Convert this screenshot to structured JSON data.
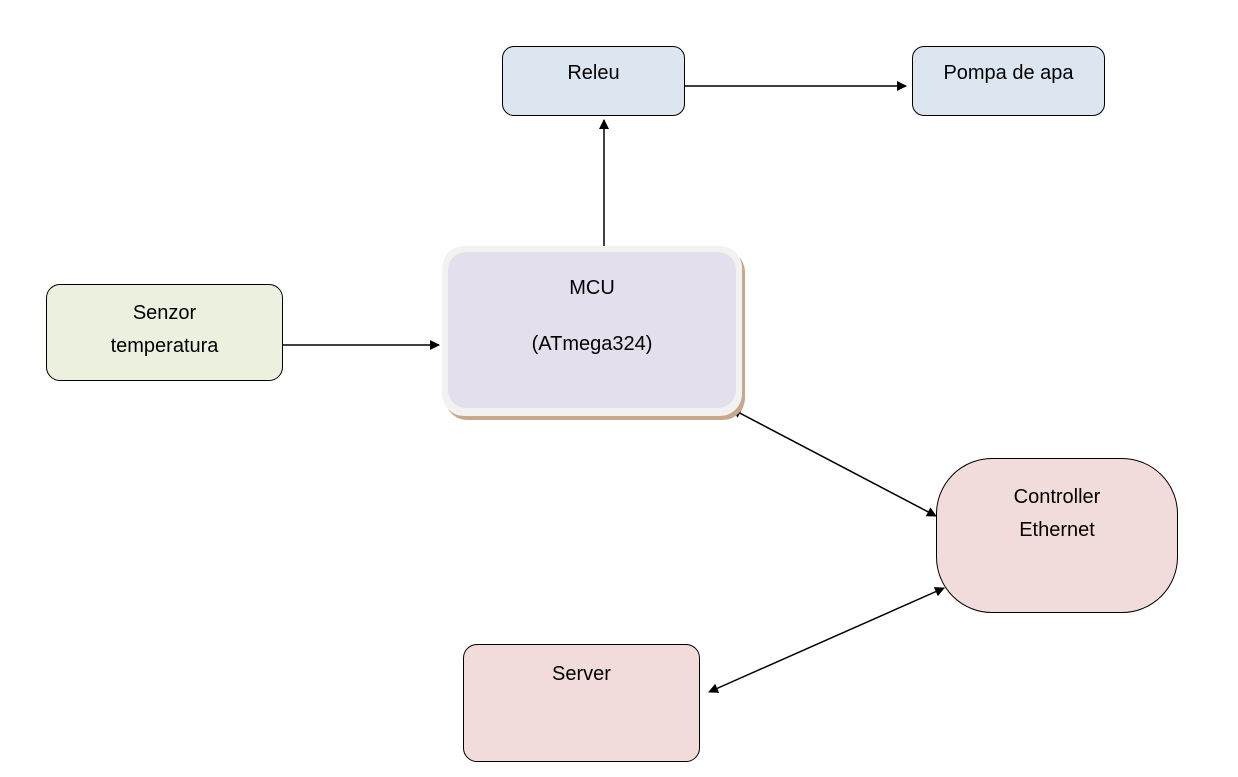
{
  "diagram": {
    "nodes": {
      "relay": {
        "label": "Releu"
      },
      "pump": {
        "label": "Pompa de apa"
      },
      "sensor": {
        "lines": [
          "Senzor",
          "temperatura"
        ]
      },
      "mcu": {
        "name": "MCU",
        "model": "(ATmega324)"
      },
      "ethernet": {
        "lines": [
          "Controller",
          "Ethernet"
        ]
      },
      "server": {
        "label": "Server"
      }
    },
    "edges": [
      {
        "from": "sensor",
        "to": "mcu",
        "direction": "forward"
      },
      {
        "from": "mcu",
        "to": "relay",
        "direction": "forward"
      },
      {
        "from": "relay",
        "to": "pump",
        "direction": "forward"
      },
      {
        "from": "mcu",
        "to": "ethernet",
        "direction": "both"
      },
      {
        "from": "ethernet",
        "to": "server",
        "direction": "both"
      }
    ],
    "colors": {
      "relay_fill": "#dce6f1",
      "pump_fill": "#dce6f1",
      "sensor_fill": "#ebf1de",
      "mcu_fill": "#e4dfec",
      "ethernet_fill": "#f2dcdb",
      "server_fill": "#f2dcdb",
      "stroke": "#000000"
    }
  }
}
